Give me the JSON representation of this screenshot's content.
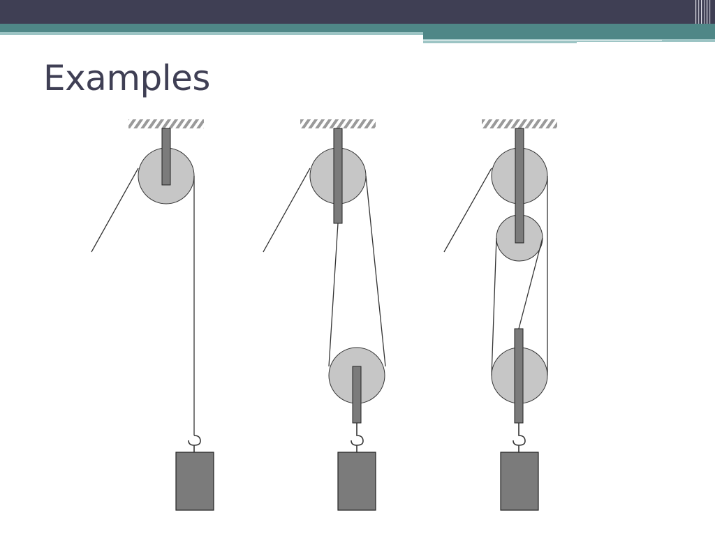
{
  "slide": {
    "title": "Examples"
  },
  "colors": {
    "header_dark": "#3f3f54",
    "header_teal": "#4f8787",
    "header_teal_light": "#9cc4c4",
    "title_text": "#3f3f54",
    "pulley_fill": "#c6c6c6",
    "axle_fill": "#7b7b7b",
    "weight_fill": "#7b7b7b",
    "rope": "#333333",
    "ceiling_hatch": "#9a9a9a"
  },
  "diagrams": [
    {
      "name": "single-fixed-pulley",
      "pulley_count": 1
    },
    {
      "name": "one-fixed-one-movable-pulley",
      "pulley_count": 2
    },
    {
      "name": "two-fixed-one-movable-pulley",
      "pulley_count": 3
    }
  ],
  "icons": {
    "ceiling": "hatched-ceiling-icon",
    "hook": "hook-icon",
    "weight": "weight-block-icon"
  }
}
